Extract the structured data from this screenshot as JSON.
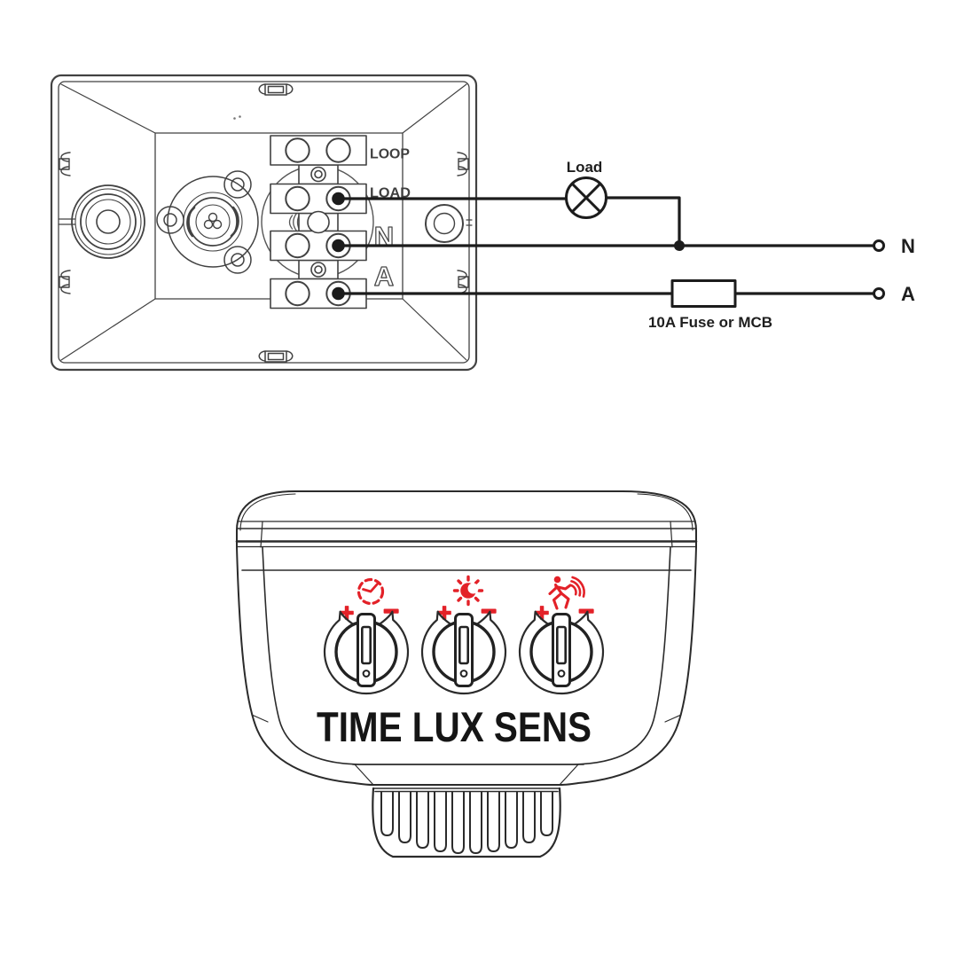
{
  "colors": {
    "line": "#2b2b2b",
    "box_line": "#424242",
    "wire": "#1c1c1c",
    "red": "#e32128",
    "title_color": "#151515",
    "label_gray": "#3f3f3f"
  },
  "wiring_diagram": {
    "box_terminal_labels": {
      "loop": "LOOP",
      "load": "LOAD",
      "neutral": "N",
      "live": "A"
    },
    "load_label": "Load",
    "fuse_label": "10A Fuse or MCB",
    "right_terminals": {
      "neutral": "N",
      "live": "A"
    }
  },
  "device": {
    "title": "TIME LUX SENS",
    "dials": [
      {
        "id": "time",
        "icon": "timer-clock-icon",
        "plus": "+",
        "minus": "−"
      },
      {
        "id": "lux",
        "icon": "sun-icon",
        "plus": "+",
        "minus": "−"
      },
      {
        "id": "sens",
        "icon": "motion-sensor-icon",
        "plus": "+",
        "minus": "−"
      }
    ]
  }
}
